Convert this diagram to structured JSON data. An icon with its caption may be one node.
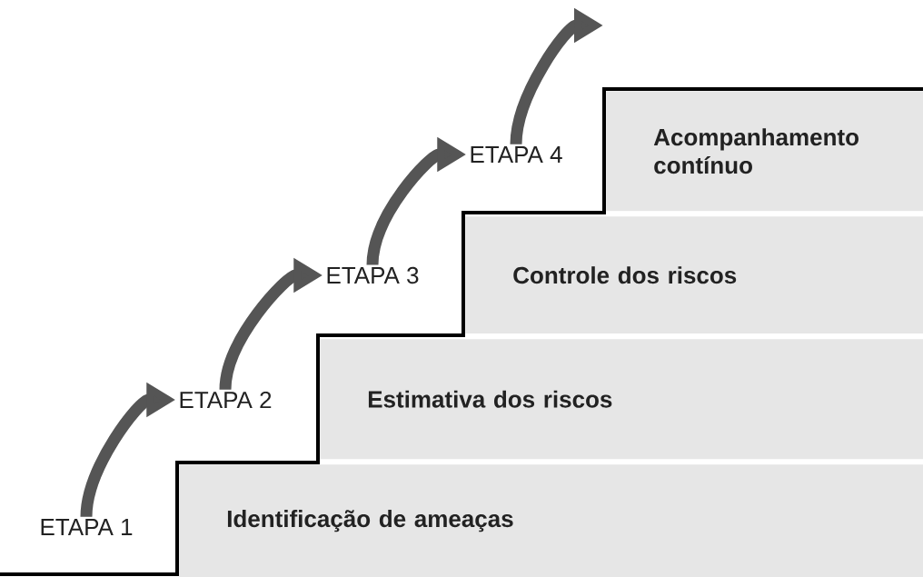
{
  "diagram": {
    "nodes": [
      {
        "text": [
          "Identificação de ameaças"
        ]
      },
      {
        "text": [
          "Estimativa dos riscos"
        ]
      },
      {
        "text": [
          "Controle dos riscos"
        ]
      },
      {
        "text": [
          "Acompanhamento contínuo"
        ]
      },
      {
        "text": [
          "ETAPA 1"
        ]
      },
      {
        "text": [
          "ETAPA 2"
        ]
      },
      {
        "text": [
          "ETAPA 3"
        ]
      },
      {
        "text": [
          "ETAPA 4"
        ]
      }
    ],
    "edges": [
      {
        "from": 4,
        "to": 5,
        "arrow": "to"
      },
      {
        "from": 5,
        "to": 6,
        "arrow": "to"
      },
      {
        "from": 6,
        "to": 7,
        "arrow": "to"
      },
      {
        "from": 7,
        "to": null,
        "arrow": "to"
      }
    ]
  }
}
